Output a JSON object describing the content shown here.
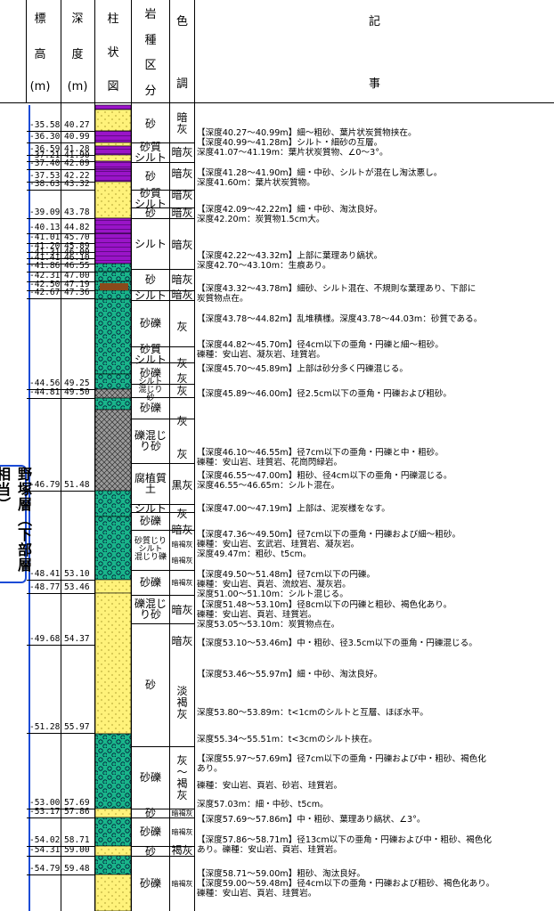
{
  "header": {
    "elevation": {
      "top": "標",
      "mid": "高",
      "unit": "(m)"
    },
    "depth": {
      "top": "深",
      "mid": "度",
      "unit": "(m)"
    },
    "column": {
      "top": "柱",
      "mid": "状",
      "bottom": "図"
    },
    "lithology": {
      "l1": "岩",
      "l2": "種",
      "l3": "区",
      "l4": "分"
    },
    "color": {
      "top": "色",
      "bottom": "調"
    },
    "notes": {
      "top": "記",
      "bottom": "事"
    }
  },
  "stratum_label": "野塚層（下部層相当）",
  "depth_rows": [
    {
      "el": "-35.58",
      "d": "40.27"
    },
    {
      "el": "-36.30",
      "d": "40.99"
    },
    {
      "el": "-36.59",
      "d": "41.28"
    },
    {
      "el": "-37.21",
      "d": "41.90"
    },
    {
      "el": "-37.40",
      "d": "42.09"
    },
    {
      "el": "-37.53",
      "d": "42.22"
    },
    {
      "el": "-38.63",
      "d": "43.32"
    },
    {
      "el": "-39.09",
      "d": "43.78"
    },
    {
      "el": "-40.13",
      "d": "44.82"
    },
    {
      "el": "-41.01",
      "d": "45.70"
    },
    {
      "el": "-41.20",
      "d": "45.89"
    },
    {
      "el": "-41.31",
      "d": "46.00"
    },
    {
      "el": "-41.41",
      "d": "46.10"
    },
    {
      "el": "-41.86",
      "d": "46.55"
    },
    {
      "el": "-42.31",
      "d": "47.00"
    },
    {
      "el": "-42.50",
      "d": "47.19"
    },
    {
      "el": "-42.67",
      "d": "47.36"
    },
    {
      "el": "-44.56",
      "d": "49.25"
    },
    {
      "el": "-44.81",
      "d": "49.50"
    },
    {
      "el": "-46.79",
      "d": "51.48"
    },
    {
      "el": "-48.41",
      "d": "53.10"
    },
    {
      "el": "-48.77",
      "d": "53.46"
    },
    {
      "el": "-49.68",
      "d": "54.37"
    },
    {
      "el": "-51.28",
      "d": "55.97"
    },
    {
      "el": "-53.00",
      "d": "57.69"
    },
    {
      "el": "-53.17",
      "d": "57.86"
    },
    {
      "el": "-54.02",
      "d": "58.71"
    },
    {
      "el": "-54.31",
      "d": "59.00"
    },
    {
      "el": "-54.79",
      "d": "59.48"
    }
  ],
  "lithology_rows": [
    {
      "text": "砂"
    },
    {
      "text": "砂質\nシルト"
    },
    {
      "text": "砂"
    },
    {
      "text": "砂質\nシルト"
    },
    {
      "text": "砂"
    },
    {
      "text": "シルト"
    },
    {
      "text": "砂"
    },
    {
      "text": "シルト"
    },
    {
      "text": "砂礫"
    },
    {
      "text": "砂質\nシルト"
    },
    {
      "text": "砂礫"
    },
    {
      "text": "シルト\n混じり\n砂"
    },
    {
      "text": "砂礫"
    },
    {
      "text": "礫混じ\nり砂"
    },
    {
      "text": "腐植質\n土"
    },
    {
      "text": "シルト"
    },
    {
      "text": "砂礫"
    },
    {
      "text": "砂質じり\nシルト\n混じり礫"
    },
    {
      "text": "砂礫"
    },
    {
      "text": "礫混じ\nり砂"
    },
    {
      "text": "砂"
    },
    {
      "text": "砂礫"
    },
    {
      "text": "砂"
    },
    {
      "text": "砂礫"
    },
    {
      "text": "砂"
    },
    {
      "text": "砂礫"
    }
  ],
  "color_rows": [
    {
      "text": "暗\n灰"
    },
    {
      "text": "暗灰"
    },
    {
      "text": "暗灰"
    },
    {
      "text": "暗灰"
    },
    {
      "text": "暗灰"
    },
    {
      "text": "暗灰"
    },
    {
      "text": "暗灰"
    },
    {
      "text": "暗灰"
    },
    {
      "text": "灰"
    },
    {
      "text": "灰"
    },
    {
      "text": "灰"
    },
    {
      "text": "灰"
    },
    {
      "text": "灰"
    },
    {
      "text": "灰"
    },
    {
      "text": "黒灰"
    },
    {
      "text": "灰"
    },
    {
      "text": "暗灰"
    },
    {
      "text": "暗褐灰"
    },
    {
      "text": "暗褐灰"
    },
    {
      "text": "暗褐灰"
    },
    {
      "text": "暗灰"
    },
    {
      "text": "暗灰"
    },
    {
      "text": "淡\n褐\n灰"
    },
    {
      "text": "灰\n〜\n褐\n灰"
    },
    {
      "text": "暗褐灰"
    },
    {
      "text": "暗褐灰"
    },
    {
      "text": "褐灰"
    },
    {
      "text": "暗褐灰"
    }
  ],
  "notes_rows": [
    {
      "text": "【深度40.27〜40.99m】細〜粗砂、葉片状炭質物挟在。"
    },
    {
      "text": "【深度40.99〜41.28m】シルト・細砂の互層。\n深度41.07〜41.19m：葉片状炭質物、∠0〜3°。"
    },
    {
      "text": "【深度41.28〜41.90m】細・中砂、シルトが混在し淘汰悪し。\n深度41.60m：葉片状炭質物。"
    },
    {
      "text": "【深度42.09〜42.22m】細・中砂、淘汰良好。\n深度42.20m：炭質物1.5cm大。"
    },
    {
      "text": "【深度42.22〜43.32m】上部に葉理あり縞状。\n深度42.70〜43.10m：生痕あり。"
    },
    {
      "text": "【深度43.32〜43.78m】細砂、シルト混在、不規則な葉理あり、下部に\n炭質物点在。"
    },
    {
      "text": "【深度43.78〜44.82m】乱堆積様。深度43.78〜44.03m：砂質である。"
    },
    {
      "text": "【深度44.82〜45.70m】径4cm以下の亜角・円礫と細〜粗砂。\n礫種：安山岩、凝灰岩、珪質岩。"
    },
    {
      "text": "【深度45.70〜45.89m】上部は砂分多く円礫混じる。"
    },
    {
      "text": "【深度45.89〜46.00m】径2.5cm以下の亜角・円礫および粗砂。"
    },
    {
      "text": "【深度46.10〜46.55m】径7cm以下の亜角・円礫と中・粗砂。\n礫種：安山岩、珪質岩、花崗閃緑岩。"
    },
    {
      "text": "【深度46.55〜47.00m】粗砂、径4cm以下の亜角・円礫混じる。\n深度46.55〜46.65m：シルト混在。"
    },
    {
      "text": "【深度47.00〜47.19m】上部は、泥炭様をなす。"
    },
    {
      "text": "【深度47.36〜49.50m】径7cm以下の亜角・円礫および細〜粗砂。\n礫種：安山岩、玄武岩、珪質岩、凝灰岩。\n深度49.47m：粗砂、t5cm。"
    },
    {
      "text": "【深度49.50〜51.48m】径7cm以下の円礫。\n礫種：安山岩、頁岩、流紋岩、凝灰岩。\n深度51.00〜51.10m：シルト混じる。"
    },
    {
      "text": "【深度51.48〜53.10m】径8cm以下の円礫と粗砂、褐色化あり。\n礫種：安山岩、頁岩、珪質岩。\n深度53.05〜53.10m：炭質物点在。"
    },
    {
      "text": "【深度53.10〜53.46m】中・粗砂、径3.5cm以下の亜角・円礫混じる。"
    },
    {
      "text": "【深度53.46〜55.97m】細・中砂、淘汰良好。"
    },
    {
      "text": "深度53.80〜53.89m：t<1cmのシルトと互層、ほぼ水平。"
    },
    {
      "text": "深度55.34〜55.51m：t<3cmのシルト挟在。"
    },
    {
      "text": "【深度55.97〜57.69m】径7cm以下の亜角・円礫および中・粗砂、褐色化\nあり。"
    },
    {
      "text": "礫種：安山岩、頁岩、砂岩、珪質岩。"
    },
    {
      "text": "深度57.03m：細・中砂、t5cm。"
    },
    {
      "text": "【深度57.69〜57.86m】中・粗砂、葉理あり縞状、∠3°。"
    },
    {
      "text": "【深度57.86〜58.71m】径13cm以下の亜角・円礫および中・粗砂、褐色化\nあり。礫種：安山岩、頁岩、珪質岩。"
    },
    {
      "text": "【深度58.71〜59.00m】粗砂、淘汰良好。\n【深度59.00〜59.48m】径4cm以下の亜角・円礫および粗砂、褐色化あり。\n礫種：安山岩、頁岩、珪質岩。"
    }
  ],
  "colors": {
    "purple": "#9a14c8",
    "yellow": "#fff27a",
    "green": "#19b58a",
    "gray": "#8a8a8a",
    "brown": "#8b4a1b",
    "blue": "#1a4bd6"
  }
}
